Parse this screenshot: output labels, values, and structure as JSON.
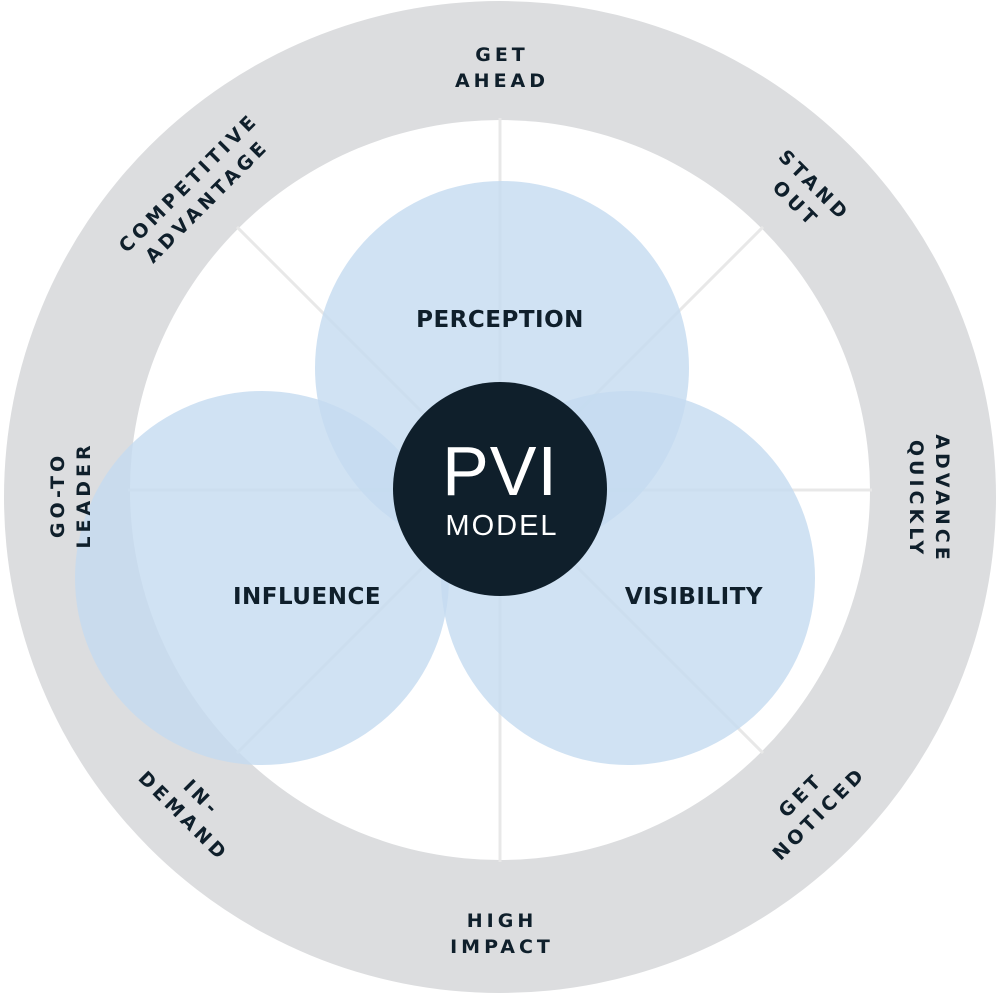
{
  "center": {
    "title": "PVI",
    "subtitle": "MODEL"
  },
  "circles": [
    {
      "label": "PERCEPTION"
    },
    {
      "label": "INFLUENCE"
    },
    {
      "label": "VISIBILITY"
    }
  ],
  "ring_labels": [
    {
      "lines": [
        "GET",
        "AHEAD"
      ]
    },
    {
      "lines": [
        "STAND",
        "OUT"
      ]
    },
    {
      "lines": [
        "ADVANCE",
        "QUICKLY"
      ]
    },
    {
      "lines": [
        "GET",
        "NOTICED"
      ]
    },
    {
      "lines": [
        "HIGH",
        "IMPACT"
      ]
    },
    {
      "lines": [
        "IN-",
        "DEMAND"
      ]
    },
    {
      "lines": [
        "GO-TO",
        "LEADER"
      ]
    },
    {
      "lines": [
        "COMPETITIVE",
        "ADVANTAGE"
      ]
    }
  ],
  "colors": {
    "ring": "#dcdddf",
    "circle": "#c4dbf0",
    "center": "#0f1f2b",
    "spoke": "#e8e8e8"
  }
}
